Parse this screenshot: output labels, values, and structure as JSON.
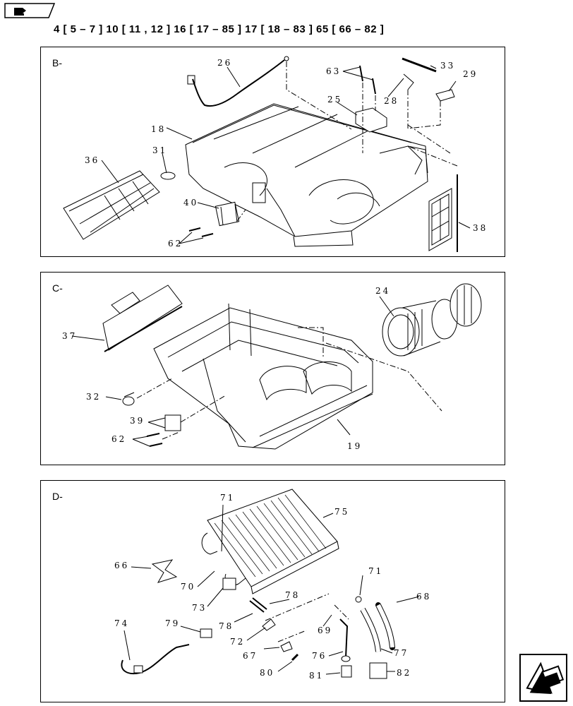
{
  "header": {
    "text": "4 [ 5 – 7 ]   10 [ 11 , 12 ]   16 [ 17 – 85 ]   17 [ 18 – 83 ]   65 [ 66 – 82 ]"
  },
  "nav": {
    "icon": "page-nav-icon"
  },
  "panels": {
    "b": {
      "label": "B-",
      "callouts": {
        "c26": "26",
        "c33": "33",
        "c63": "63",
        "c28": "28",
        "c29": "29",
        "c25": "25",
        "c18": "18",
        "c31": "31",
        "c36": "36",
        "c40": "40",
        "c62": "62",
        "c38": "38"
      }
    },
    "c": {
      "label": "C-",
      "callouts": {
        "c24": "24",
        "c37": "37",
        "c32": "32",
        "c39": "39",
        "c62": "62",
        "c19": "19"
      }
    },
    "d": {
      "label": "D-",
      "callouts": {
        "c71a": "71",
        "c75": "75",
        "c66": "66",
        "c70": "70",
        "c73": "73",
        "c71b": "71",
        "c68": "68",
        "c78a": "78",
        "c78b": "78",
        "c74": "74",
        "c79": "79",
        "c72": "72",
        "c69": "69",
        "c76": "76",
        "c77": "77",
        "c67": "67",
        "c80": "80",
        "c81": "81",
        "c82": "82"
      }
    }
  },
  "footer": {
    "next_icon": "next-page-arrow-icon"
  }
}
